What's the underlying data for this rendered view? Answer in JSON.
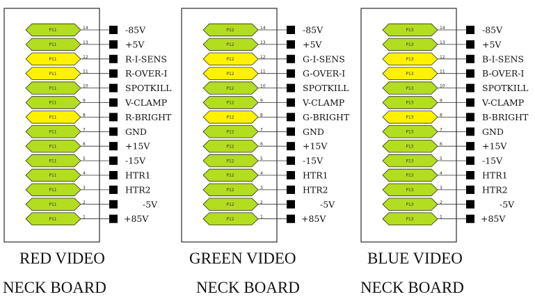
{
  "colors": {
    "pin_green": "#b3dd1f",
    "pin_yellow": "#fff200",
    "outline": "#2a2a2a",
    "terminal": "#000000",
    "text": "#111111"
  },
  "boards": [
    {
      "connector": "P11",
      "title_line1": "RED VIDEO",
      "title_line2": "NECK BOARD",
      "pins": [
        {
          "number": "14",
          "signal": "-85V",
          "color": "green"
        },
        {
          "number": "13",
          "signal": "+5V",
          "color": "green"
        },
        {
          "number": "12",
          "signal": "R-I-SENS",
          "color": "yellow"
        },
        {
          "number": "11",
          "signal": "R-OVER-I",
          "color": "yellow"
        },
        {
          "number": "10",
          "signal": "SPOTKILL",
          "color": "green"
        },
        {
          "number": "9",
          "signal": "V-CLAMP",
          "color": "green"
        },
        {
          "number": "8",
          "signal": "R-BRIGHT",
          "color": "yellow"
        },
        {
          "number": "7",
          "signal": "GND",
          "color": "green"
        },
        {
          "number": "6",
          "signal": "+15V",
          "color": "green"
        },
        {
          "number": "5",
          "signal": "-15V",
          "color": "green"
        },
        {
          "number": "4",
          "signal": "HTR1",
          "color": "green"
        },
        {
          "number": "3",
          "signal": "HTR2",
          "color": "green"
        },
        {
          "number": "2",
          "signal": "-5V",
          "color": "green"
        },
        {
          "number": "1",
          "signal": "+85V",
          "color": "green"
        }
      ]
    },
    {
      "connector": "P12",
      "title_line1": "GREEN VIDEO",
      "title_line2": "NECK BOARD",
      "pins": [
        {
          "number": "14",
          "signal": "-85V",
          "color": "green"
        },
        {
          "number": "13",
          "signal": "+5V",
          "color": "green"
        },
        {
          "number": "12",
          "signal": "G-I-SENS",
          "color": "yellow"
        },
        {
          "number": "11",
          "signal": "G-OVER-I",
          "color": "yellow"
        },
        {
          "number": "10",
          "signal": "SPOTKILL",
          "color": "green"
        },
        {
          "number": "9",
          "signal": "V-CLAMP",
          "color": "green"
        },
        {
          "number": "8",
          "signal": "G-BRIGHT",
          "color": "yellow"
        },
        {
          "number": "7",
          "signal": "GND",
          "color": "green"
        },
        {
          "number": "6",
          "signal": "+15V",
          "color": "green"
        },
        {
          "number": "5",
          "signal": "-15V",
          "color": "green"
        },
        {
          "number": "4",
          "signal": "HTR1",
          "color": "green"
        },
        {
          "number": "3",
          "signal": "HTR2",
          "color": "green"
        },
        {
          "number": "2",
          "signal": "-5V",
          "color": "green"
        },
        {
          "number": "1",
          "signal": "+85V",
          "color": "green"
        }
      ]
    },
    {
      "connector": "P13",
      "title_line1": "BLUE VIDEO",
      "title_line2": "NECK BOARD",
      "pins": [
        {
          "number": "14",
          "signal": "-85V",
          "color": "green"
        },
        {
          "number": "13",
          "signal": "+5V",
          "color": "green"
        },
        {
          "number": "12",
          "signal": "B-I-SENS",
          "color": "yellow"
        },
        {
          "number": "11",
          "signal": "B-OVER-I",
          "color": "yellow"
        },
        {
          "number": "10",
          "signal": "SPOTKILL",
          "color": "green"
        },
        {
          "number": "9",
          "signal": "V-CLAMP",
          "color": "green"
        },
        {
          "number": "8",
          "signal": "B-BRIGHT",
          "color": "yellow"
        },
        {
          "number": "7",
          "signal": "GND",
          "color": "green"
        },
        {
          "number": "6",
          "signal": "+15V",
          "color": "green"
        },
        {
          "number": "5",
          "signal": "-15V",
          "color": "green"
        },
        {
          "number": "4",
          "signal": "HTR1",
          "color": "green"
        },
        {
          "number": "3",
          "signal": "HTR2",
          "color": "green"
        },
        {
          "number": "2",
          "signal": "-5V",
          "color": "green"
        },
        {
          "number": "1",
          "signal": "+85V",
          "color": "green"
        }
      ]
    }
  ]
}
